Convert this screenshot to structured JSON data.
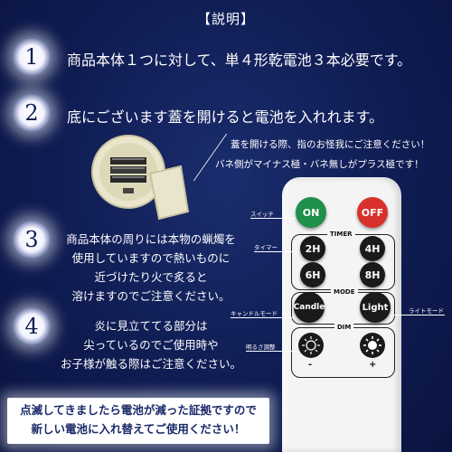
{
  "title": "【説明】",
  "steps": [
    {
      "number": "1",
      "text": "商品本体１つに対して、単４形乾電池３本必要です。"
    },
    {
      "number": "2",
      "text": "底にございます蓋を開けると電池を入れれます。"
    },
    {
      "number": "3",
      "lines": [
        "商品本体の周りには本物の蝋燭を",
        "使用していますので熱いものに",
        "近づけたり火で炙ると",
        "溶けますのでご注意ください。"
      ]
    },
    {
      "number": "4",
      "lines": [
        "炎に見立ててる部分は",
        "尖っているのでご使用時や",
        "お子様が触る際はご注意ください。"
      ]
    }
  ],
  "battery_notes": [
    "蓋を開ける際、指のお怪我にご注意ください！",
    "バネ側がマイナス極・バネ無しがプラス極です！"
  ],
  "remote": {
    "on_label": "ON",
    "off_label": "OFF",
    "timer_title": "TIMER",
    "timer_buttons": [
      "2H",
      "4H",
      "6H",
      "8H"
    ],
    "mode_title": "MODE",
    "mode_buttons": [
      "Candle",
      "Light"
    ],
    "dim_title": "DIM",
    "dim_minus": "-",
    "dim_plus": "+"
  },
  "callouts": {
    "switch": "スイッチ",
    "timer": "タイマー",
    "candle_mode": "キャンドルモード",
    "light_mode": "ライトモード",
    "brightness": "明るさ調整"
  },
  "bottom_notice": [
    "点滅してきましたら電池が減った証拠ですので",
    "新しい電池に入れ替えてご使用ください！"
  ],
  "colors": {
    "background": "#0f1c52",
    "on": "#1f8f4c",
    "off": "#d8312b"
  }
}
